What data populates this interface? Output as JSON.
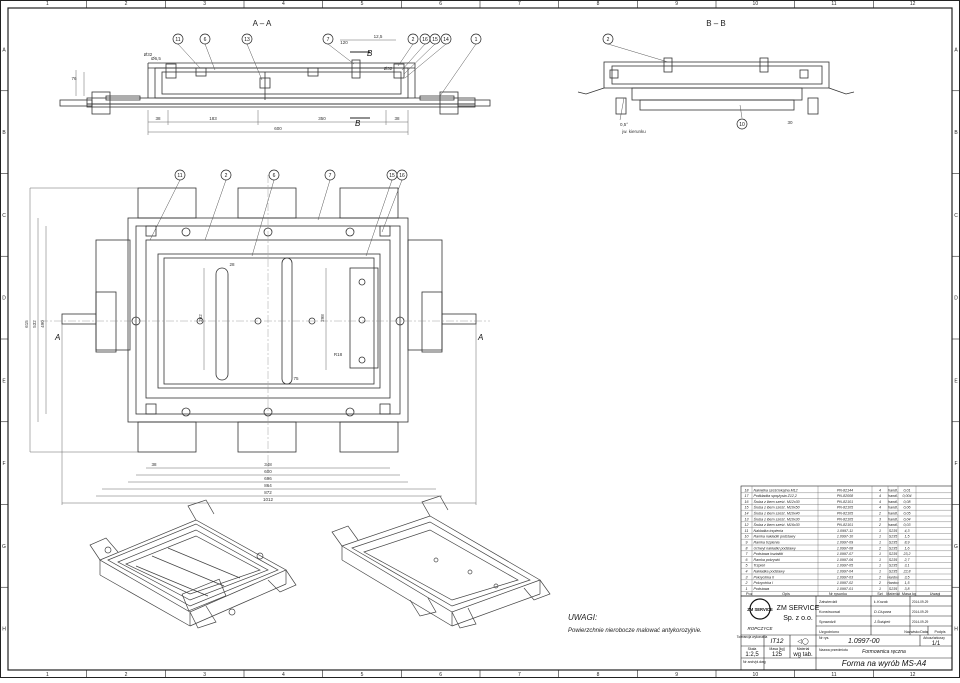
{
  "frame": {
    "cols": [
      "1",
      "2",
      "3",
      "4",
      "5",
      "6",
      "7",
      "8",
      "9",
      "10",
      "11",
      "12"
    ],
    "rows": [
      "A",
      "B",
      "C",
      "D",
      "E",
      "F",
      "G",
      "H"
    ]
  },
  "views": {
    "section_aa": "A – A",
    "section_bb": "B – B",
    "cut_a_label": "A",
    "cut_b_label": "B"
  },
  "balloons_aa": [
    "11",
    "6",
    "13",
    "7",
    "2",
    "16",
    "15",
    "14",
    "1"
  ],
  "balloons_bb": [
    "2",
    "10"
  ],
  "balloons_plan": [
    "11",
    "2",
    "6",
    "7",
    "15",
    "16"
  ],
  "dims_aa": {
    "d1": "38",
    "d2": "183",
    "d3": "350",
    "d4": "38",
    "overall": "600",
    "top1": "12,5",
    "top2": "120",
    "side1": "76",
    "side2": "Ø6,5",
    "m1": "Ø32",
    "m2": "Ø32",
    "m3": "B",
    "m4": "B"
  },
  "dims_bb": {
    "d1": "30",
    "note": "jw. kierunku",
    "a1": "0,5°"
  },
  "dims_plan": {
    "w1": "348",
    "w2": "600",
    "w3": "696",
    "w4": "864",
    "w5": "872",
    "w6": "1012",
    "h1": "615",
    "h2": "532",
    "h3": "490",
    "i1": "262",
    "i2": "298",
    "i3": "R18",
    "i4": "75",
    "i5": "28",
    "i6": "38"
  },
  "note": {
    "title": "UWAGI:",
    "text": "Powierzchnie nierobocze malować antykorozyjnie."
  },
  "parts_header": {
    "no": "Poz",
    "name": "Opis",
    "drawing": "Nr rysunku",
    "qty": "Szt",
    "material": "Materiał",
    "mass": "Masa kg",
    "remarks": "Uwagi"
  },
  "parts": [
    {
      "no": "18",
      "name": "Nakrętka sześciokątna M12",
      "drawing": "PN-82144",
      "qty": "4",
      "material": "handl.",
      "mass": "0,01"
    },
    {
      "no": "17",
      "name": "Podkładka sprężysta Z12,2",
      "drawing": "PN-82008",
      "qty": "4",
      "material": "handl.",
      "mass": "0,004"
    },
    {
      "no": "16",
      "name": "Śruba z łbem sześć. M12x30",
      "drawing": "PN-82101",
      "qty": "4",
      "material": "handl.",
      "mass": "0,08"
    },
    {
      "no": "15",
      "name": "Śruba z łbem sześć. M10x50",
      "drawing": "PN-82105",
      "qty": "4",
      "material": "handl.",
      "mass": "0,06"
    },
    {
      "no": "14",
      "name": "Śruba z łbem sześć. M10x40",
      "drawing": "PN-82105",
      "qty": "2",
      "material": "handl.",
      "mass": "0,05"
    },
    {
      "no": "13",
      "name": "Śruba z łbem sześć. M10x30",
      "drawing": "PN-82105",
      "qty": "3",
      "material": "handl.",
      "mass": "0,04"
    },
    {
      "no": "12",
      "name": "Śruba z łbem sześć. M16x30",
      "drawing": "PN-82101",
      "qty": "2",
      "material": "handl.",
      "mass": "0,03"
    },
    {
      "no": "11",
      "name": "Nakładka trzpienia",
      "drawing": "1.0997-11",
      "qty": "1",
      "material": "S235",
      "mass": "4,3"
    },
    {
      "no": "10",
      "name": "Ramka nakładki podstawy",
      "drawing": "1.0997-10",
      "qty": "1",
      "material": "S235",
      "mass": "1,5"
    },
    {
      "no": "9",
      "name": "Ramka trzpienia",
      "drawing": "1.0997-09",
      "qty": "1",
      "material": "S235",
      "mass": "8,9"
    },
    {
      "no": "8",
      "name": "Uchwyt nakładki podstawy",
      "drawing": "1.0997-08",
      "qty": "2",
      "material": "S235",
      "mass": "1,6"
    },
    {
      "no": "7",
      "name": "Podstawa kształtki",
      "drawing": "1.0997-07",
      "qty": "1",
      "material": "S235",
      "mass": "23,2"
    },
    {
      "no": "6",
      "name": "Ramka pokrywki",
      "drawing": "1.0997-06",
      "qty": "1",
      "material": "S235",
      "mass": "2,7"
    },
    {
      "no": "5",
      "name": "Trzpień",
      "drawing": "1.0997-05",
      "qty": "1",
      "material": "S235",
      "mass": "3,1"
    },
    {
      "no": "4",
      "name": "Nakładka podstawy",
      "drawing": "1.0997-04",
      "qty": "1",
      "material": "S235",
      "mass": "22,8"
    },
    {
      "no": "3",
      "name": "Pokrycinka II",
      "drawing": "1.0997-03",
      "qty": "2",
      "material": "Hardox",
      "mass": "3,5"
    },
    {
      "no": "2",
      "name": "Pokrycinka I",
      "drawing": "1.0997-02",
      "qty": "2",
      "material": "Hardox",
      "mass": "1,5"
    },
    {
      "no": "1",
      "name": "Podstawa",
      "drawing": "1.0997-01",
      "qty": "1",
      "material": "S235",
      "mass": "3,8"
    }
  ],
  "company": {
    "logo_text": "ZM SERVICE",
    "name": "ZM SERVICE",
    "name2": "Sp. z o.o.",
    "city": "ROPCZYCE"
  },
  "approvals": [
    {
      "role": "Zatwierdził",
      "name": "Ł.Kozak",
      "date": "2014-09-29"
    },
    {
      "role": "Konstruował",
      "name": "D.Ciupara",
      "date": "2014-09-29"
    },
    {
      "role": "Sprawdził",
      "name": "J.Świątek",
      "date": "2014-09-29"
    },
    {
      "role": "Uzgodniono",
      "name": "",
      "date": ""
    }
  ],
  "title_block": {
    "zmiana_label": "Nazwisko",
    "data_label": "Data",
    "podpis_label": "Podpis",
    "tolerance_label": "Tolerancja wykonania",
    "tolerance": "IT12",
    "scale_label": "Skala",
    "scale": "1:2,5",
    "mass_label": "Masa [kg]",
    "mass": "125",
    "material_label": "Materiał",
    "material": "wg tab.",
    "drawing_no_label": "Nr rys.",
    "drawing_no": "1.0997-00",
    "sheet_label": "Arkusz/arkuszy",
    "sheet": "1/1",
    "product_label": "Nazwa przedmiotu",
    "product": "Formownica ręczna",
    "title": "Forma na wyrób MS-A4",
    "archive_label": "Nr arch/pl.dwg"
  }
}
